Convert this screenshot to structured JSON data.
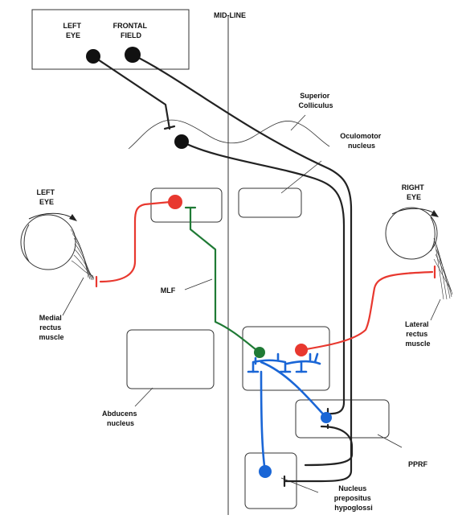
{
  "labels": {
    "left_eye_field": [
      "LEFT",
      "EYE"
    ],
    "frontal_field": [
      "FRONTAL",
      "FIELD"
    ],
    "midline": "MID-LINE",
    "superior_colliculus": [
      "Superior",
      "Colliculus"
    ],
    "oculomotor_nucleus": [
      "Oculomotor",
      "nucleus"
    ],
    "left_eye": [
      "LEFT",
      "EYE"
    ],
    "right_eye": [
      "RIGHT",
      "EYE"
    ],
    "medial_rectus": [
      "Medial",
      "rectus",
      "muscle"
    ],
    "lateral_rectus": [
      "Lateral",
      "rectus",
      "muscle"
    ],
    "mlf": "MLF",
    "abducens_nucleus": [
      "Abducens",
      "nucleus"
    ],
    "pprf": "PPRF",
    "nucleus_prepositus": [
      "Nucleus",
      "prepositus",
      "hypoglossi"
    ]
  },
  "colors": {
    "black_pathway": "#222222",
    "red_pathway": "#e8382f",
    "green_pathway": "#1f7a35",
    "blue_pathway": "#1a66d6"
  }
}
